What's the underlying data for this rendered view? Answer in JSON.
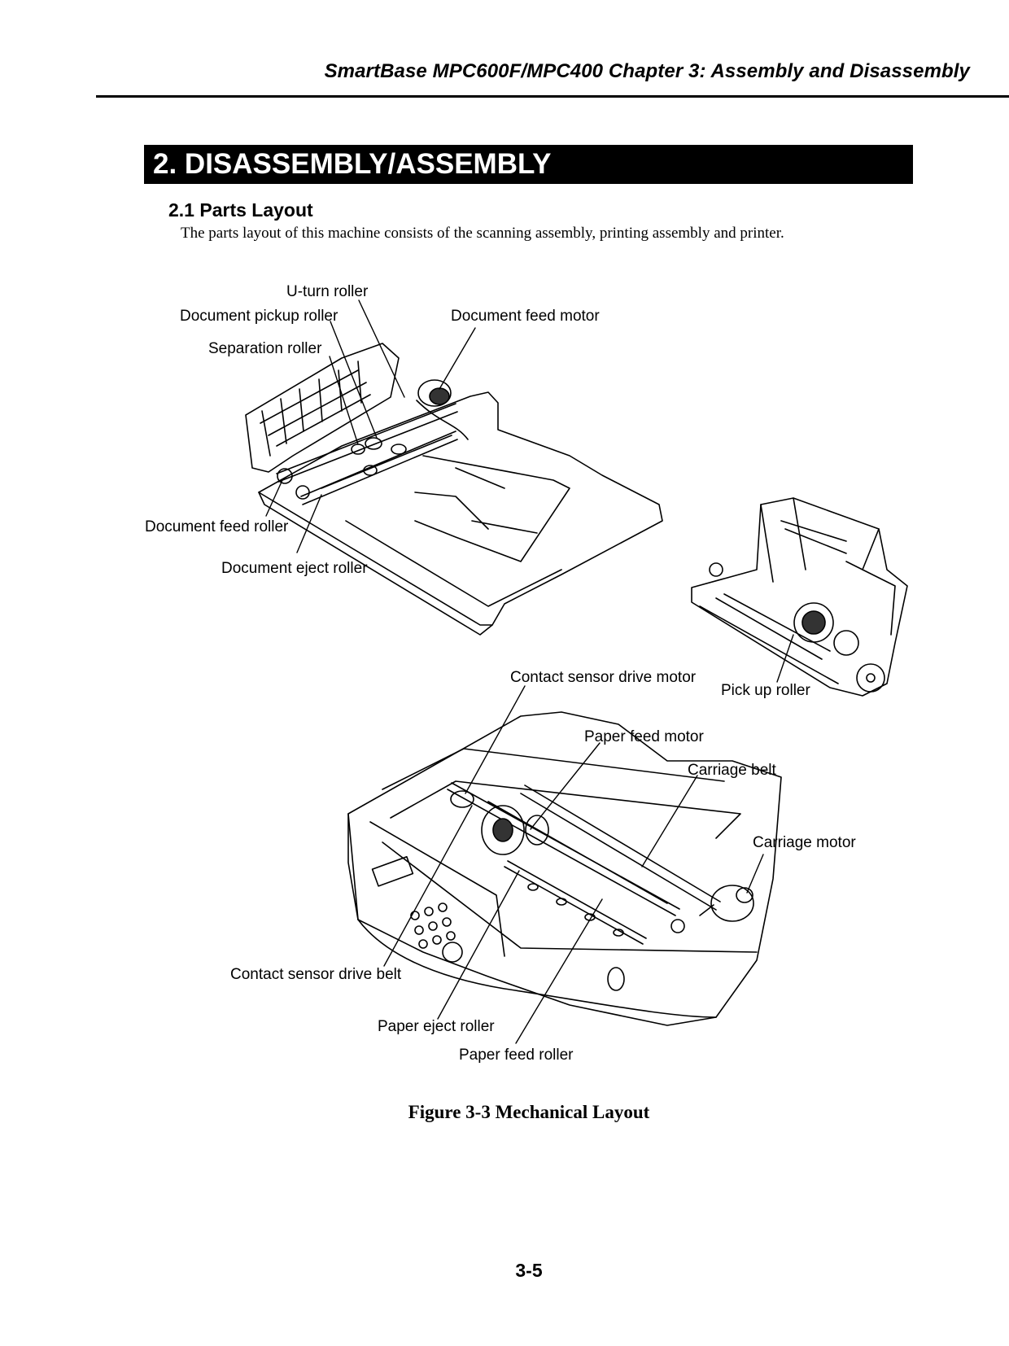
{
  "header": {
    "running_title": "SmartBase MPC600F/MPC400  Chapter 3: Assembly and Disassembly"
  },
  "section": {
    "title": "2. DISASSEMBLY/ASSEMBLY"
  },
  "subsection": {
    "title": "2.1 Parts Layout",
    "intro": "The parts layout of this machine consists of the scanning assembly, printing assembly and printer."
  },
  "figure": {
    "labels": {
      "u_turn_roller": "U-turn roller",
      "document_pickup_roller": "Document pickup roller",
      "document_feed_motor": "Document feed motor",
      "separation_roller": "Separation roller",
      "document_feed_roller": "Document feed roller",
      "document_eject_roller": "Document eject roller",
      "contact_sensor_drive_motor": "Contact sensor drive motor",
      "pick_up_roller": "Pick up roller",
      "paper_feed_motor": "Paper feed motor",
      "carriage_belt": "Carriage belt",
      "carriage_motor": "Carriage motor",
      "contact_sensor_drive_belt": "Contact sensor drive belt",
      "paper_eject_roller": "Paper eject roller",
      "paper_feed_roller": "Paper feed roller"
    },
    "caption": "Figure 3-3 Mechanical Layout"
  },
  "footer": {
    "page_number": "3-5"
  }
}
